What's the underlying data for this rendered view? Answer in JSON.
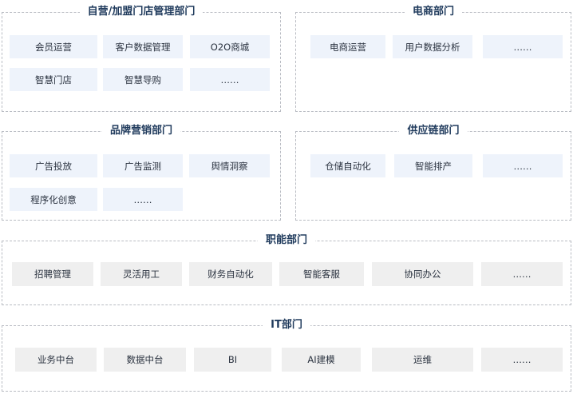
{
  "colors": {
    "chip_blue": "#eef3fb",
    "chip_gray": "#efefef",
    "title": "#1f3a5c",
    "border": "#b9bcc3"
  },
  "sections": {
    "store": {
      "title": "自营/加盟门店管理部门",
      "items": [
        "会员运营",
        "客户数据管理",
        "O2O商城",
        "智慧门店",
        "智慧导购",
        "……"
      ]
    },
    "ecommerce": {
      "title": "电商部门",
      "items": [
        "电商运营",
        "用户数据分析",
        "……"
      ]
    },
    "brand": {
      "title": "品牌营销部门",
      "items": [
        "广告投放",
        "广告监测",
        "舆情洞察",
        "程序化创意",
        "……"
      ]
    },
    "supply": {
      "title": "供应链部门",
      "items": [
        "仓储自动化",
        "智能排产",
        "……"
      ]
    },
    "functional": {
      "title": "职能部门",
      "items": [
        "招聘管理",
        "灵活用工",
        "财务自动化",
        "智能客服",
        "协同办公",
        "……"
      ]
    },
    "it": {
      "title": "IT部门",
      "items": [
        "业务中台",
        "数据中台",
        "BI",
        "AI建模",
        "运维",
        "……"
      ]
    }
  }
}
